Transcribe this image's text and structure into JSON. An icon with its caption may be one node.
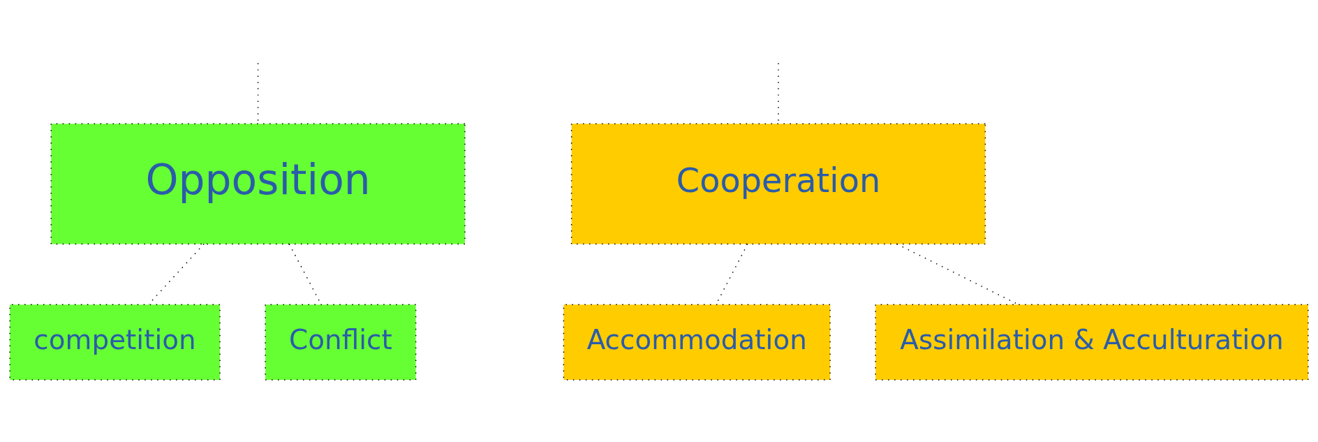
{
  "diagram": {
    "nodes": [
      {
        "text": [
          "Opposition"
        ]
      },
      {
        "text": [
          "Cooperation"
        ]
      },
      {
        "text": [
          "competition"
        ]
      },
      {
        "text": [
          "Conflict"
        ]
      },
      {
        "text": [
          "Accommodation"
        ]
      },
      {
        "text": [
          "Assimilation & Acculturation"
        ]
      }
    ],
    "edges": [
      {
        "from": null,
        "to": 0,
        "arrow": "none",
        "style": "dashed"
      },
      {
        "from": null,
        "to": 1,
        "arrow": "none",
        "style": "dashed"
      },
      {
        "from": 0,
        "to": 2,
        "arrow": "none",
        "style": "dashed"
      },
      {
        "from": 0,
        "to": 3,
        "arrow": "none",
        "style": "dashed"
      },
      {
        "from": 1,
        "to": 4,
        "arrow": "none",
        "style": "dashed"
      },
      {
        "from": 1,
        "to": 5,
        "arrow": "none",
        "style": "dashed"
      }
    ]
  }
}
